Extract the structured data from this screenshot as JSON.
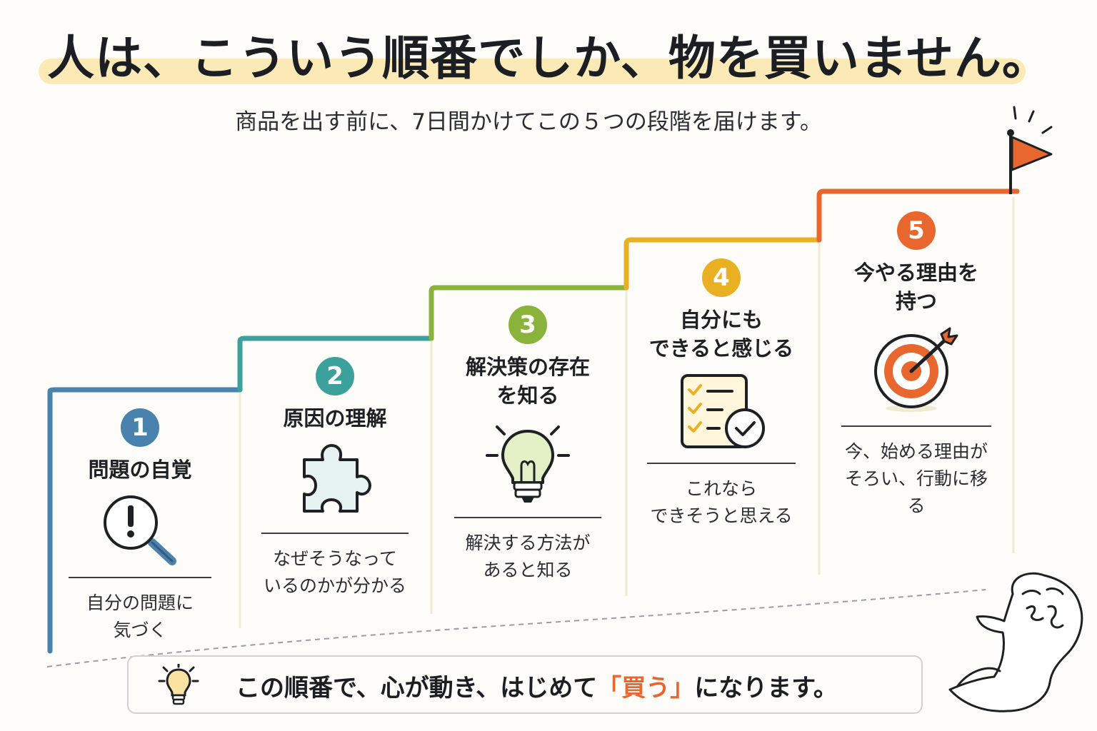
{
  "title": "人は、こういう順番でしか、物を買いません。",
  "subtitle": "商品を出す前に、7日間かけてこの５つの段階を届けます。",
  "steps": [
    {
      "number": "1",
      "title": "問題の自覚",
      "description": "自分の問題に\n気づく",
      "color": "#4a82ae",
      "icon": "magnifier-exclamation-icon"
    },
    {
      "number": "2",
      "title": "原因の理解",
      "description": "なぜそうなって\nいるのかが分かる",
      "color": "#3ba19a",
      "icon": "puzzle-piece-icon"
    },
    {
      "number": "3",
      "title": "解決策の存在\nを知る",
      "description": "解決する方法が\nあると知る",
      "color": "#89b33a",
      "icon": "lightbulb-icon"
    },
    {
      "number": "4",
      "title": "自分にも\nできると感じる",
      "description": "これなら\nできそうと思える",
      "color": "#eab024",
      "icon": "checklist-icon"
    },
    {
      "number": "5",
      "title": "今やる理由を\n持つ",
      "description": "今、始める理由が\nそろい、行動に移る",
      "color": "#e8672f",
      "icon": "target-arrow-icon"
    }
  ],
  "banner": {
    "icon": "lightbulb-icon",
    "text_before": "この順番で、心が動き、はじめて",
    "text_accent": "「買う」",
    "text_after": "になります。",
    "accent_color": "#e8672f"
  },
  "decor": {
    "goal_icon": "flag-icon",
    "character": "sketch-character-icon"
  }
}
